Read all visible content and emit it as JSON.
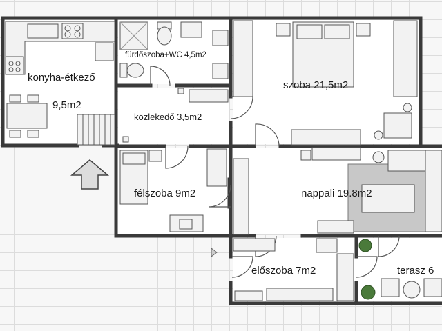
{
  "rooms": {
    "kitchen": {
      "name": "konyha-étkező",
      "area": "9,5m2"
    },
    "bathroom": {
      "label": "fürdőszoba+WC 4,5m2"
    },
    "bedroom": {
      "label": "szoba 21,5m2"
    },
    "corridor": {
      "label": "közlekedő 3,5m2"
    },
    "halfroom": {
      "label": "félszoba 9m2"
    },
    "living": {
      "label": "nappali 19.8m2"
    },
    "hall": {
      "label": "előszoba 7m2"
    },
    "terrace": {
      "label": "terasz 6"
    }
  },
  "colors": {
    "wall": "#3a3a3a",
    "floor": "#ffffff",
    "rug": "#c8c8c8",
    "furniture_fill": "#f2f2f2",
    "furniture_stroke": "#555555",
    "plant": "#4a7a3a"
  },
  "icons": [
    "entrance-arrow-icon",
    "entry-arrow-icon"
  ]
}
